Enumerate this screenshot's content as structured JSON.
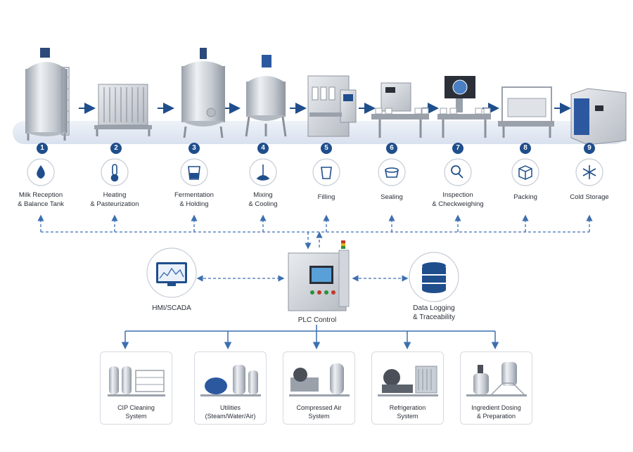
{
  "stages": [
    {
      "number": "1",
      "label": "Milk Reception\n& Balance Tank",
      "icon": "droplet-icon"
    },
    {
      "number": "2",
      "label": "Heating\n& Pasteurization",
      "icon": "thermometer-icon"
    },
    {
      "number": "3",
      "label": "Fermentation\n& Holding",
      "icon": "beaker-icon"
    },
    {
      "number": "4",
      "label": "Mixing\n& Cooling",
      "icon": "mixer-icon"
    },
    {
      "number": "5",
      "label": "Filling",
      "icon": "cup-icon"
    },
    {
      "number": "6",
      "label": "Sealing",
      "icon": "sealed-cup-icon"
    },
    {
      "number": "7",
      "label": "Inspection\n& Checkweighing",
      "icon": "magnifier-icon"
    },
    {
      "number": "8",
      "label": "Packing",
      "icon": "box-icon"
    },
    {
      "number": "9",
      "label": "Cold Storage",
      "icon": "snowflake-icon"
    }
  ],
  "control": {
    "hmi_label": "HMI/SCADA",
    "plc_label": "PLC Control",
    "data_label": "Data Logging\n& Traceability"
  },
  "utilities": [
    {
      "label": "CIP Cleaning\nSystem"
    },
    {
      "label": "Utilities\n(Steam/Water/Air)"
    },
    {
      "label": "Compressed Air\nSystem"
    },
    {
      "label": "Refrigeration\nSystem"
    },
    {
      "label": "Ingredient Dosing\n& Preparation"
    }
  ],
  "colors": {
    "accent_blue": "#1f4e8c",
    "conveyor_band": "#e3e9f3",
    "steel": "#c9ced6",
    "dashed_line": "#3d6fb0"
  }
}
